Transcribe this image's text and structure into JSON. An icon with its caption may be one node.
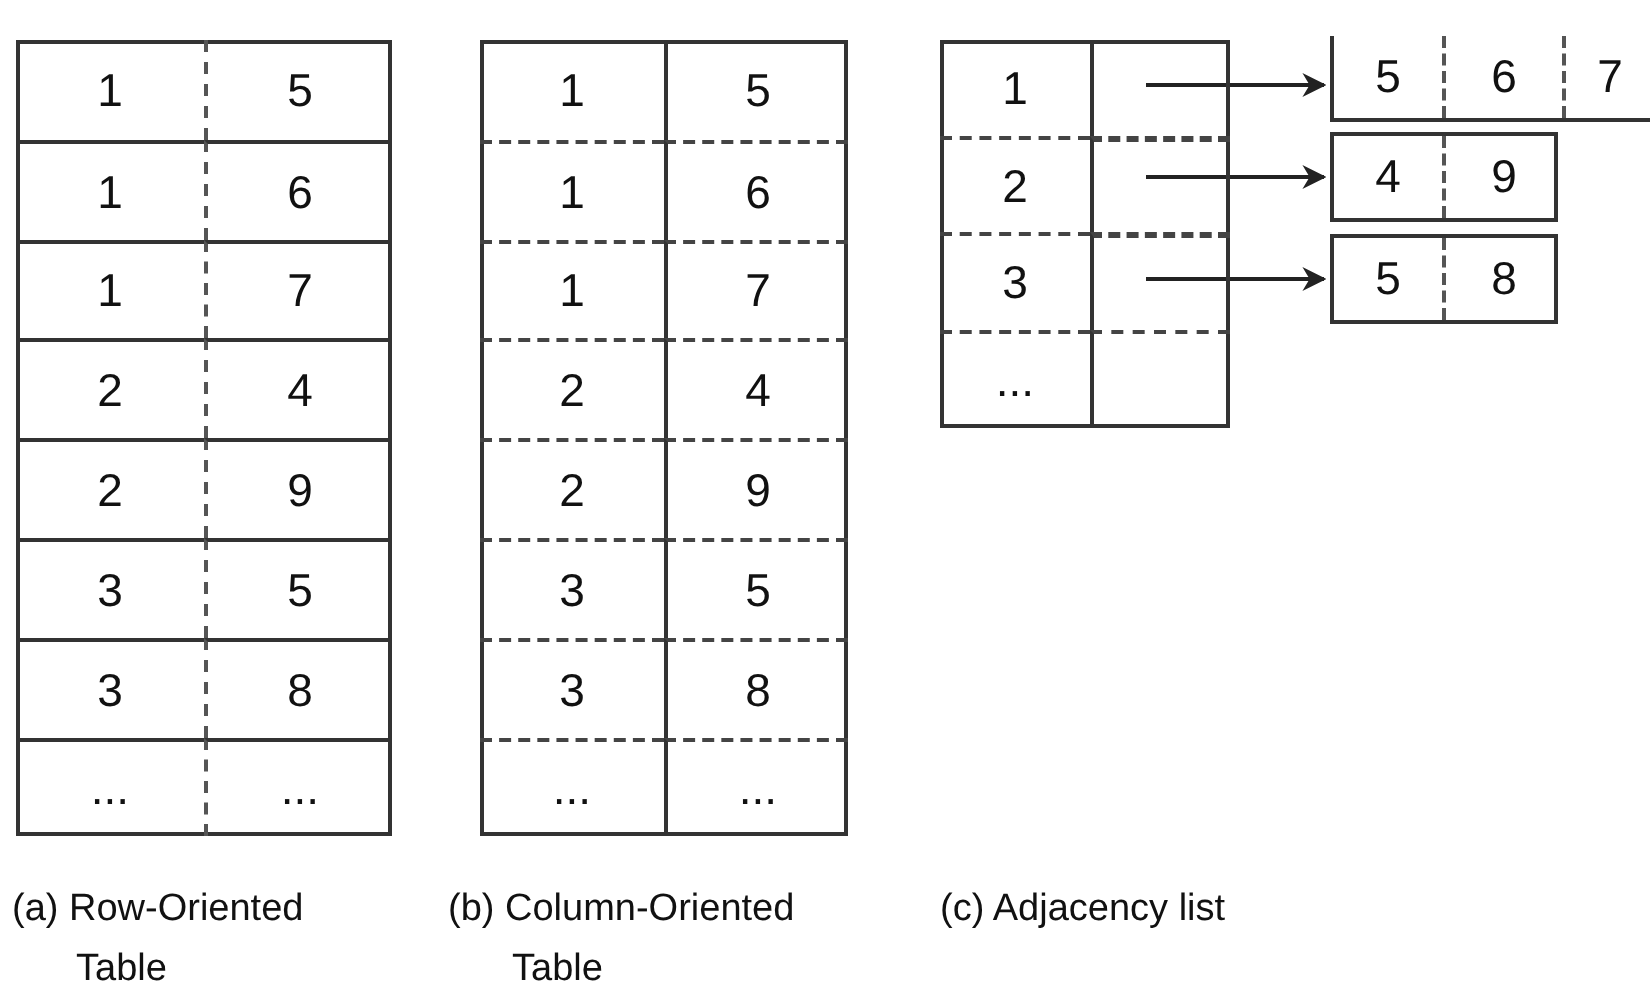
{
  "diagram": {
    "nodes": [
      {
        "text": [],
        "shape": "box"
      },
      {
        "text": [],
        "shape": "box"
      },
      {
        "text": [],
        "shape": "box"
      },
      {
        "text": [
          "5",
          "6",
          "7"
        ]
      },
      {
        "text": [
          "4",
          "9"
        ]
      },
      {
        "text": [
          "5",
          "8"
        ]
      }
    ],
    "edges": [
      {
        "from": 0,
        "to": 3,
        "arrow": "to"
      },
      {
        "from": 1,
        "to": 4,
        "arrow": "to"
      },
      {
        "from": 2,
        "to": 5,
        "arrow": "to"
      }
    ],
    "labels": [
      "1",
      "5",
      "1",
      "6",
      "1",
      "7",
      "2",
      "4",
      "2",
      "9",
      "3",
      "5",
      "3",
      "8",
      "...",
      "...",
      "1",
      "5",
      "1",
      "6",
      "1",
      "7",
      "2",
      "4",
      "2",
      "9",
      "3",
      "5",
      "3",
      "8",
      "...",
      "...",
      "1",
      "2",
      "3",
      "...",
      "(a) Row-Oriented Table",
      "(b) Column-Oriented Table",
      "(c) Adjacency list"
    ]
  }
}
